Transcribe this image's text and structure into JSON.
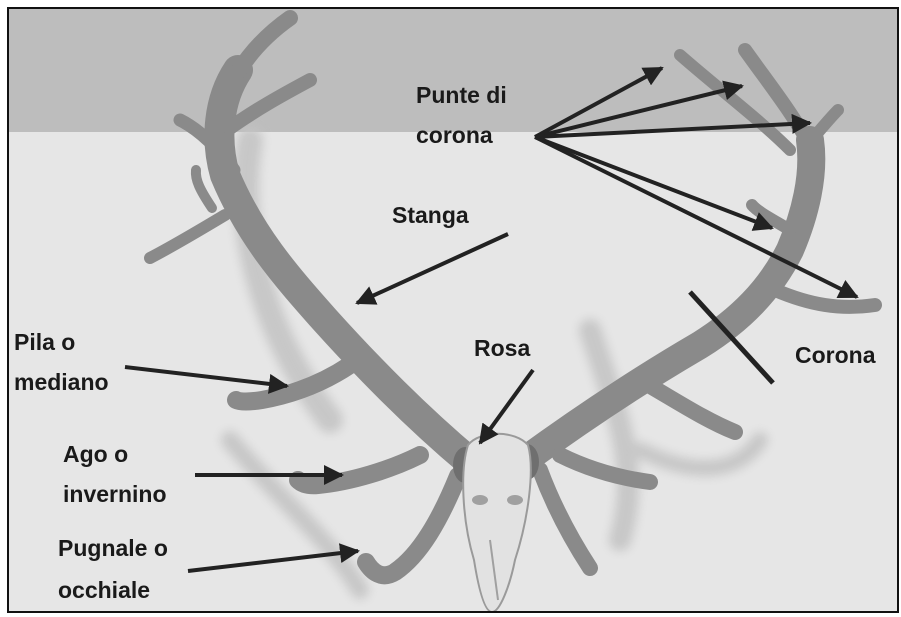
{
  "diagram": {
    "labels": {
      "punte_line1": "Punte di",
      "punte_line2": "corona",
      "stanga": "Stanga",
      "pila_line1": "Pila o",
      "pila_line2": "mediano",
      "rosa": "Rosa",
      "corona": "Corona",
      "ago_line1": "Ago o",
      "ago_line2": "invernino",
      "pugnale_line1": "Pugnale o",
      "pugnale_line2": "occhiale"
    },
    "colors": {
      "frame": "#111111",
      "wall_top": "#bdbdbd",
      "wall_bottom": "#e6e6e6",
      "antler": "#8a8a8a",
      "antler_shadow": "#c4c4c4",
      "skull": "#e2e2e2",
      "arrow": "#222222",
      "label": "#1a1a1a"
    }
  }
}
